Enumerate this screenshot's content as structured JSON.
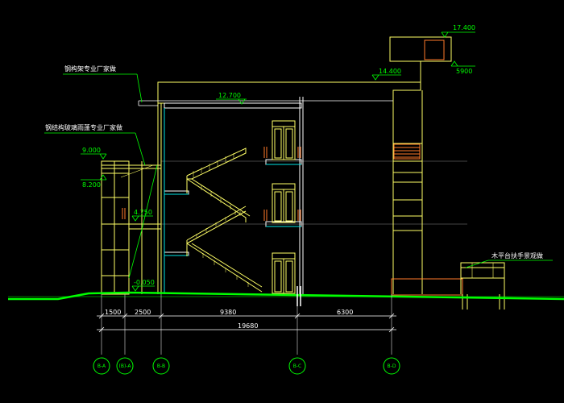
{
  "colors": {
    "background": "#000000",
    "wall": "#ffff66",
    "dim": "#00ff00",
    "white": "#ffffff",
    "cyan": "#00e5e5",
    "orange": "#ff7a2a",
    "ground": "#00ff00",
    "grid": "#9a9a9a"
  },
  "elevations": {
    "e17400": "17.400",
    "e15900": "5900",
    "e14400": "14.400",
    "e12700": "12.700",
    "e9000": "9.000",
    "e8200": "8.200",
    "e4750": "4.750",
    "em0050": "-0.050"
  },
  "notes": {
    "steel_frame": "钢构架专业厂家做",
    "glass_canopy": "钢结构玻璃雨蓬专业厂家做",
    "wood_platform": "木平台扶手景观做"
  },
  "dimensions": {
    "d1500": "1500",
    "d2500": "2500",
    "d9380": "9380",
    "d6300": "6300",
    "total": "19680"
  },
  "axes": {
    "a1": "B-A",
    "a2": "(B)-A",
    "a3": "B-B",
    "a4": "B-C",
    "a5": "B-D"
  }
}
